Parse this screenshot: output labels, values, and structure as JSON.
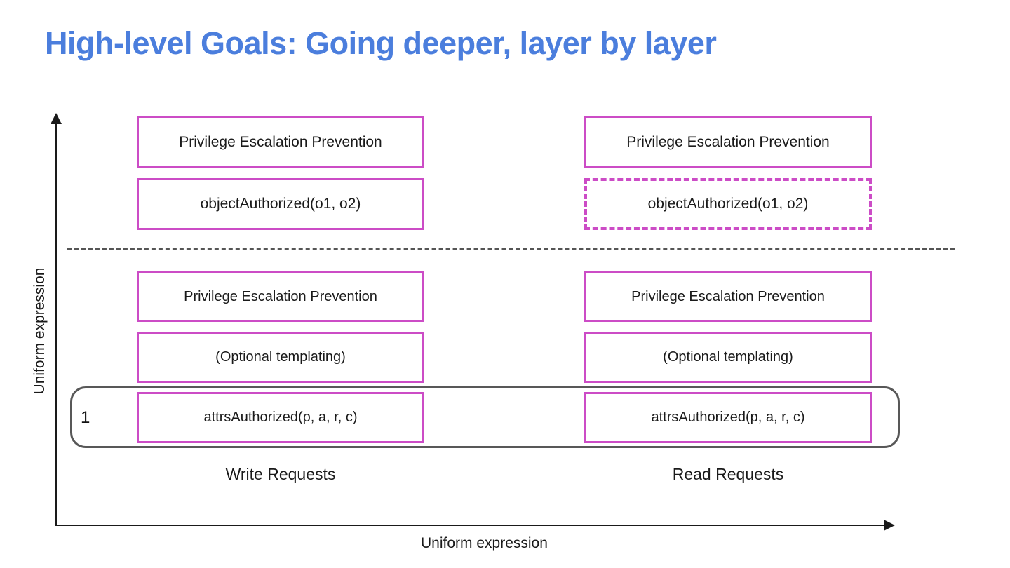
{
  "slide": {
    "title": "High-level Goals: Going deeper, layer by layer",
    "title_color": "#4b7edd",
    "background": "#ffffff"
  },
  "axes": {
    "y_label": "Uniform expression",
    "x_label": "Uniform expression",
    "axis_color": "#1a1a1a",
    "y_arrow_icon": "arrow-up-icon",
    "x_arrow_icon": "arrow-right-icon"
  },
  "divider": {
    "style": "dashed",
    "color": "#555555"
  },
  "highlight": {
    "number": "1",
    "color": "#585858"
  },
  "columns": [
    {
      "key": "write",
      "caption": "Write Requests"
    },
    {
      "key": "read",
      "caption": "Read Requests"
    }
  ],
  "box_color": "#cc4cc6",
  "bands": {
    "upper": {
      "write": [
        {
          "label": "Privilege Escalation Prevention",
          "border": "solid"
        },
        {
          "label": "objectAuthorized(o1, o2)",
          "border": "solid"
        }
      ],
      "read": [
        {
          "label": "Privilege Escalation Prevention",
          "border": "solid"
        },
        {
          "label": "objectAuthorized(o1, o2)",
          "border": "dashed"
        }
      ]
    },
    "lower": {
      "write": [
        {
          "label": "Privilege Escalation Prevention",
          "border": "solid"
        },
        {
          "label": "(Optional templating)",
          "border": "solid"
        },
        {
          "label": "attrsAuthorized(p, a, r, c)",
          "border": "solid"
        }
      ],
      "read": [
        {
          "label": "Privilege Escalation Prevention",
          "border": "solid"
        },
        {
          "label": "(Optional templating)",
          "border": "solid"
        },
        {
          "label": "attrsAuthorized(p, a, r, c)",
          "border": "solid"
        }
      ]
    }
  }
}
